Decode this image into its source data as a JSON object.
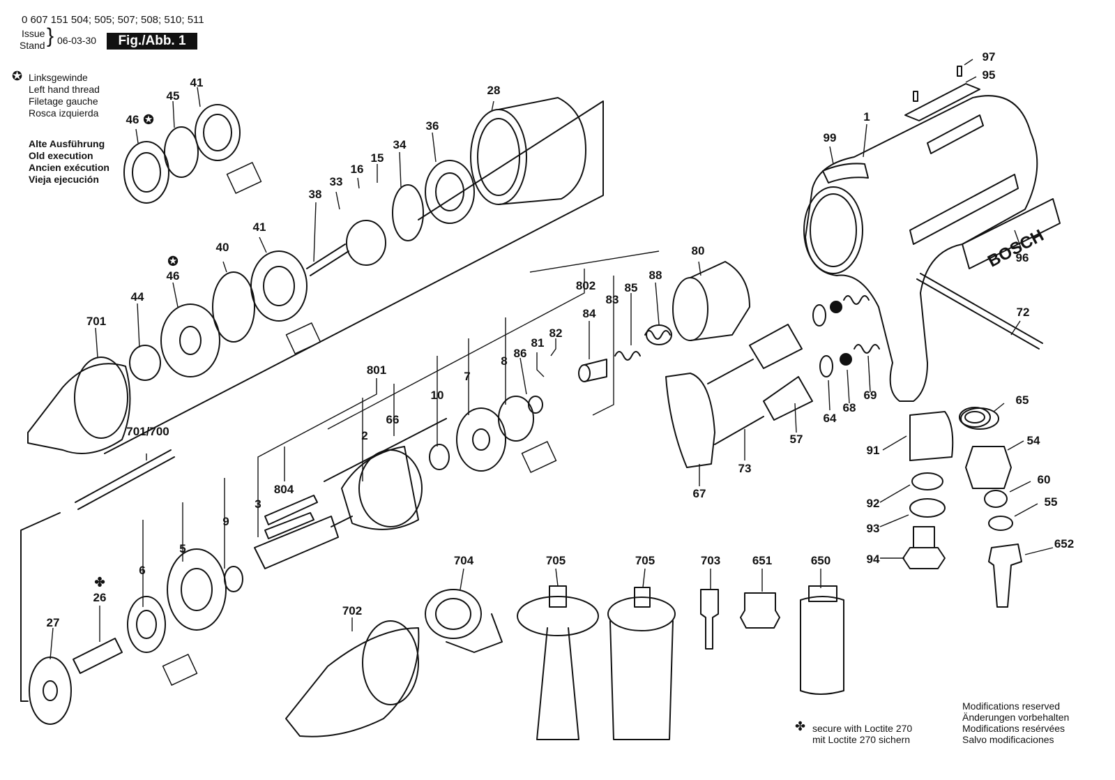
{
  "header": {
    "part_numbers": "0 607 151 504; 505; 507; 508; 510; 511",
    "issue_label": "Issue",
    "stand_label": "Stand",
    "date": "06-03-30",
    "figure": "Fig./Abb. 1"
  },
  "legend": {
    "left_thread": [
      "Linksgewinde",
      "Left hand thread",
      "Filetage gauche",
      "Rosca izquierda"
    ],
    "old_execution": [
      "Alte Ausführung",
      "Old execution",
      "Ancien exécution",
      "Vieja ejecución"
    ],
    "loctite": [
      "secure with Loctite 270",
      "mit Loctite 270 sichern"
    ],
    "modifications": [
      "Modifications reserved",
      "Änderungen vorbehalten",
      "Modifications resérvées",
      "Salvo modificaciones"
    ]
  },
  "parts": [
    "97",
    "95",
    "1",
    "99",
    "96",
    "80",
    "72",
    "88",
    "85",
    "83",
    "84",
    "82",
    "81",
    "86",
    "802",
    "8",
    "7",
    "10",
    "66",
    "2",
    "801",
    "804",
    "3",
    "9",
    "5",
    "6",
    "26",
    "27",
    "41",
    "40",
    "46",
    "44",
    "701",
    "701/700",
    "38",
    "33",
    "16",
    "15",
    "34",
    "36",
    "28",
    "45",
    "41",
    "46",
    "65",
    "54",
    "91",
    "60",
    "92",
    "55",
    "93",
    "94",
    "652",
    "64",
    "68",
    "69",
    "57",
    "73",
    "67",
    "704",
    "705",
    "705",
    "703",
    "651",
    "650",
    "702"
  ],
  "colors": {
    "ink": "#111111",
    "paper": "#ffffff"
  }
}
